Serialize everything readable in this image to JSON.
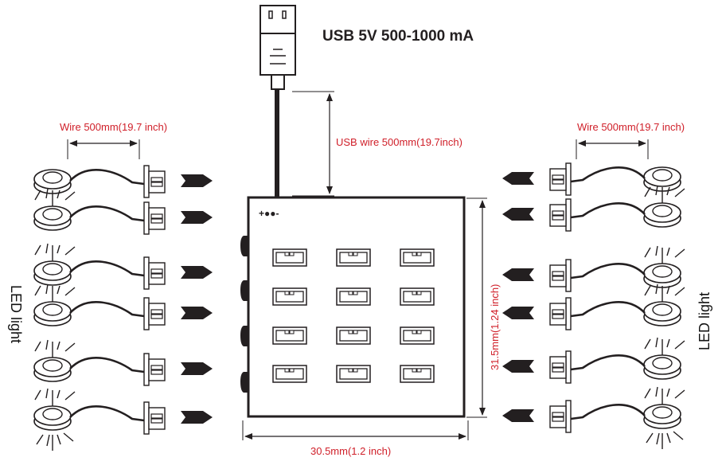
{
  "header": {
    "title": "USB 5V 500-1000 mA"
  },
  "dimensions": {
    "usb_wire": "USB wire 500mm(19.7inch)",
    "left_wire": "Wire 500mm(19.7 inch)",
    "right_wire": "Wire 500mm(19.7 inch)",
    "height": "31.5mm(1.24 inch)",
    "width": "30.5mm(1.2 inch)"
  },
  "labels": {
    "left_side": "LED light",
    "right_side": "LED light",
    "polarity": "+●●-"
  },
  "hub": {
    "port_rows": 4,
    "port_cols": 3,
    "side_buttons": 4
  },
  "leds": {
    "left_count": 6,
    "right_count": 6
  },
  "colors": {
    "ink": "#231f20",
    "dimension_text": "#d0202a",
    "background": "#ffffff"
  }
}
